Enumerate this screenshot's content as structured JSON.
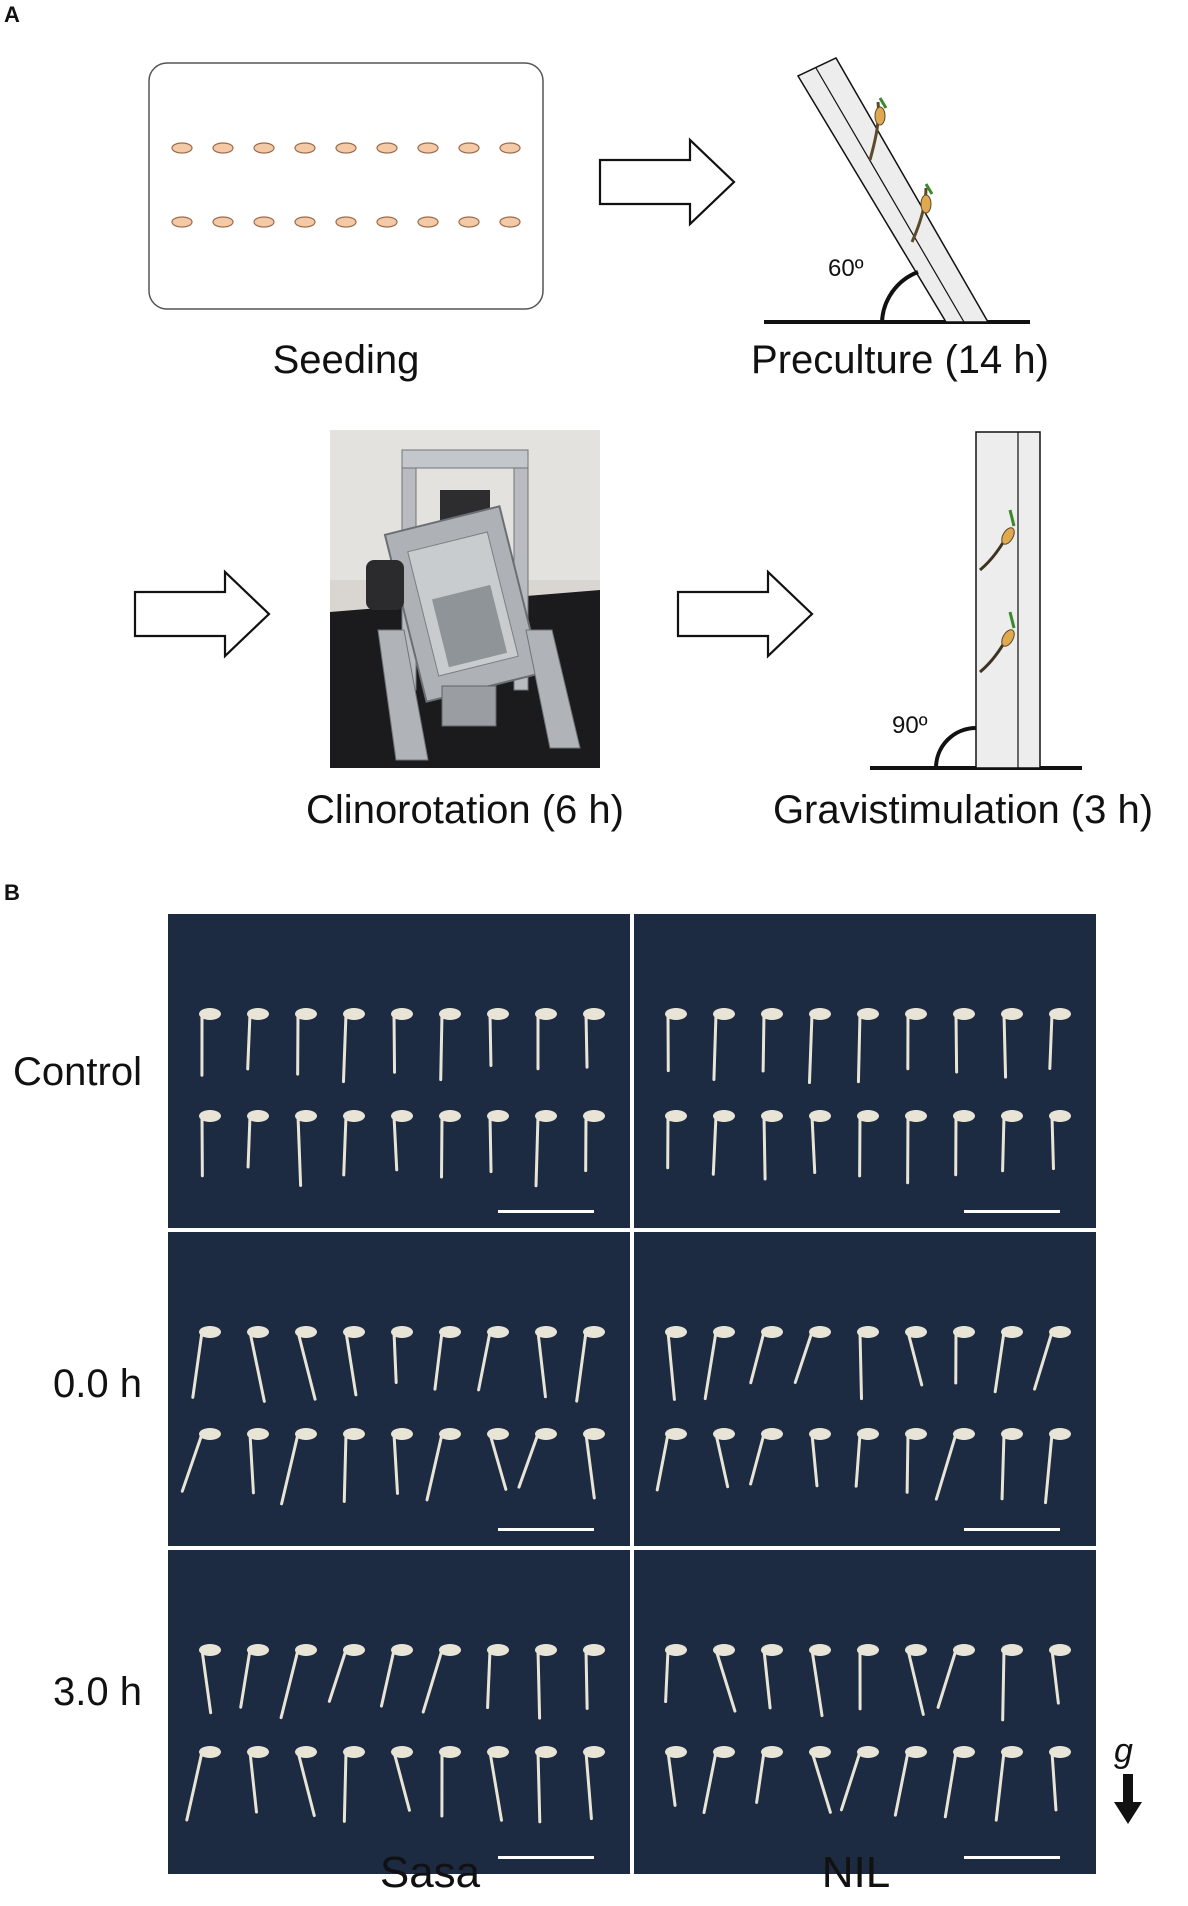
{
  "panels": {
    "a": {
      "letter": "A",
      "steps": [
        {
          "label": "Seeding"
        },
        {
          "label": "Preculture (14 h)",
          "angle": "60º"
        },
        {
          "label": "Clinorotation (6 h)"
        },
        {
          "label": "Gravistimulation (3 h)",
          "angle": "90º"
        }
      ]
    },
    "b": {
      "letter": "B",
      "rows": [
        "Control",
        "0.0 h",
        "3.0 h"
      ],
      "columns": [
        "Sasa",
        "NIL"
      ],
      "gravity_label": "g"
    }
  },
  "colors": {
    "seed_fill": "#f3c9a6",
    "seed_stroke": "#9a6b4c",
    "photo_background": "#1c2a42",
    "seedling": "#e9e5d6"
  },
  "icons": [
    "hollow-arrow-icon",
    "gravity-arrow-icon"
  ]
}
